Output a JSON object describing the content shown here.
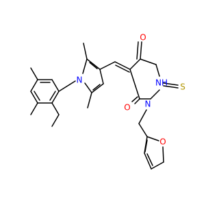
{
  "colors": {
    "background": "#ffffff",
    "bond": "#000000",
    "nitrogen": "#0000ff",
    "oxygen": "#ff0000",
    "sulfur": "#b29600"
  },
  "atom_labels": [
    {
      "id": "N1",
      "text": "N",
      "element": "nitrogen"
    },
    {
      "id": "O1",
      "text": "O",
      "element": "oxygen"
    },
    {
      "id": "NH",
      "text": "NH",
      "element": "nitrogen"
    },
    {
      "id": "S1",
      "text": "S",
      "element": "sulfur"
    },
    {
      "id": "N2",
      "text": "N",
      "element": "nitrogen"
    },
    {
      "id": "O2",
      "text": "O",
      "element": "oxygen"
    },
    {
      "id": "O3",
      "text": "O",
      "element": "oxygen"
    }
  ]
}
